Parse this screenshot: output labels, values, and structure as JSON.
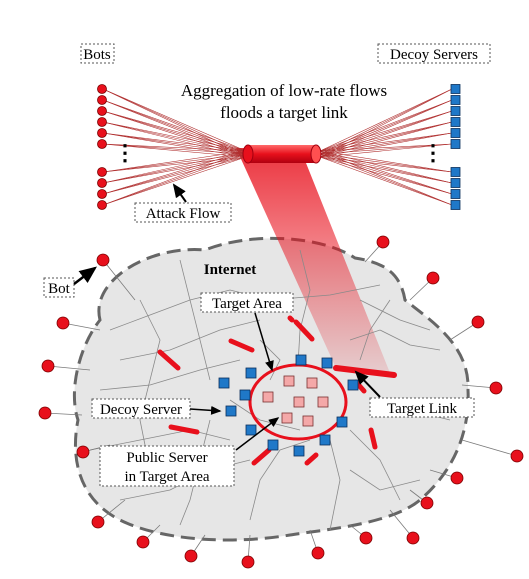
{
  "labels": {
    "bots": "Bots",
    "decoy_servers": "Decoy Servers",
    "aggregation_line1": "Aggregation of low-rate flows",
    "aggregation_line2": "floods a target link",
    "attack_flow": "Attack Flow",
    "bot": "Bot",
    "internet": "Internet",
    "target_area": "Target Area",
    "decoy_server": "Decoy Server",
    "public_server_line1": "Public Server",
    "public_server_line2": "in Target Area",
    "target_link": "Target Link",
    "ellipsis": "⋮"
  },
  "colors": {
    "bot": "#e8101c",
    "decoy": "#1f78c8",
    "public_server": "#f4a8a8",
    "target_link": "#e8101c",
    "flow": "#b03030",
    "internet_fill": "#e6e6e6",
    "internet_border": "#666666"
  }
}
